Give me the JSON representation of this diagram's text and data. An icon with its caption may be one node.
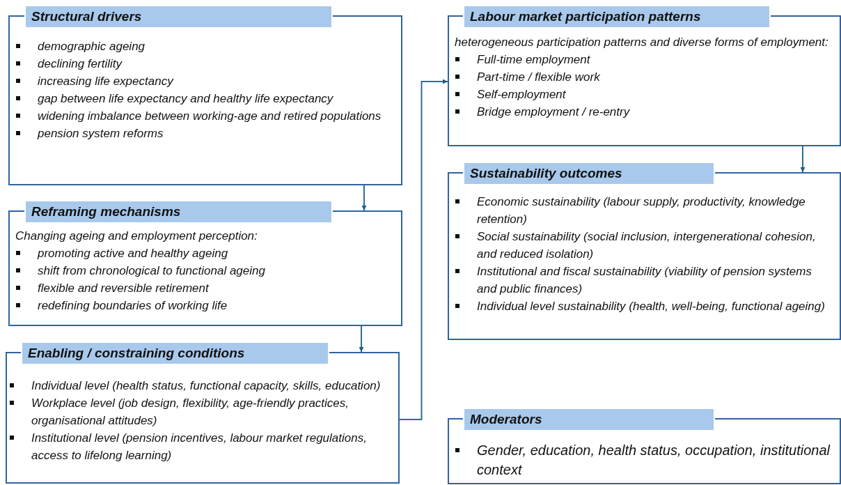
{
  "diagram": {
    "nodes": [
      {
        "text": [
          "Structural drivers",
          "demographic ageing",
          "declining fertility",
          "increasing life expectancy",
          "gap between life expectancy and healthy life expectancy",
          "widening imbalance between working-age and retired populations",
          "pension system reforms"
        ]
      },
      {
        "text": [
          "Reframing mechanisms",
          "Changing ageing and employment perception:",
          "promoting active and healthy ageing",
          "shift from chronological to functional ageing",
          "flexible and reversible retirement",
          "redefining boundaries of working life"
        ]
      },
      {
        "text": [
          "Enabling / constraining conditions",
          "Individual level (health status, functional capacity, skills, education)",
          "Workplace level (job design, flexibility, age-friendly practices, organisational attitudes)",
          "Institutional level (pension incentives, labour market regulations, access to lifelong learning)"
        ]
      },
      {
        "text": [
          "Labour market participation patterns",
          "heterogeneous participation patterns and diverse forms of employment:",
          "Full-time employment",
          "Part-time / flexible work",
          "Self-employment",
          "Bridge employment / re-entry"
        ]
      },
      {
        "text": [
          "Sustainability outcomes",
          "Economic sustainability (labour supply, productivity, knowledge retention)",
          "Social sustainability (social inclusion, intergenerational cohesion, and reduced isolation)",
          "Institutional and fiscal sustainability (viability of pension systems and public finances)",
          "Individual level sustainability (health, well-being, functional ageing)"
        ]
      },
      {
        "text": [
          "Moderators",
          "Gender, education, health status, occupation, institutional context"
        ]
      }
    ],
    "edges": [
      {
        "from": 0,
        "to": 1,
        "arrow": "to"
      },
      {
        "from": 1,
        "to": 2,
        "arrow": "to"
      },
      {
        "from": 2,
        "to": 3,
        "arrow": "to"
      },
      {
        "from": 3,
        "to": 4,
        "arrow": "to"
      }
    ]
  }
}
